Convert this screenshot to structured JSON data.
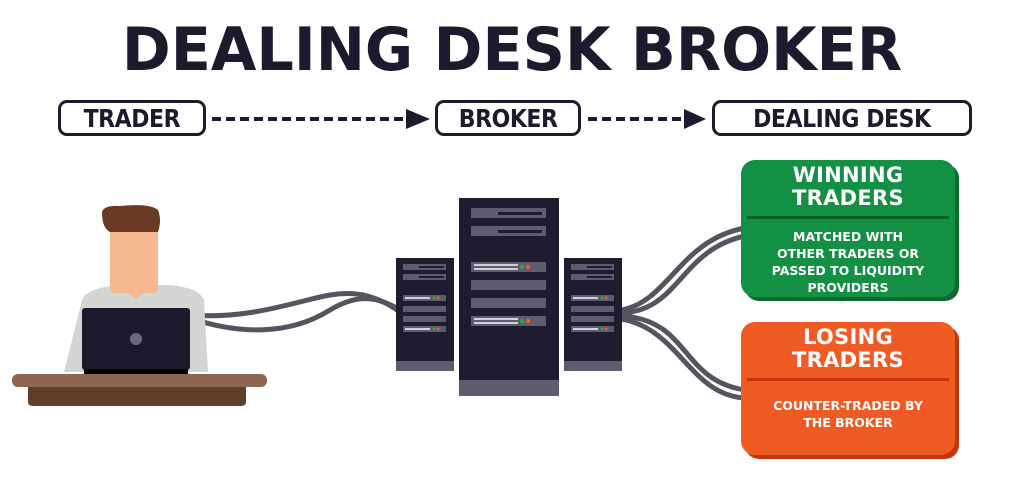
{
  "title": "DEALING DESK BROKER",
  "flow": {
    "steps": [
      {
        "label": "TRADER"
      },
      {
        "label": "BROKER"
      },
      {
        "label": "DEALING DESK"
      }
    ],
    "connector": "dashed-arrow"
  },
  "illustration": {
    "trader": "person-at-laptop",
    "broker": "server-rack-cluster",
    "cables": "twisted-cables"
  },
  "outcomes": [
    {
      "heading_line1": "WINNING",
      "heading_line2": "TRADERS",
      "description": [
        "MATCHED WITH",
        "OTHER TRADERS OR",
        "PASSED TO LIQUIDITY",
        "PROVIDERS"
      ],
      "color": "#139043"
    },
    {
      "heading_line1": "LOSING",
      "heading_line2": "TRADERS",
      "description": [
        "COUNTER-TRADED BY",
        "THE BROKER"
      ],
      "color": "#f05a24"
    }
  ],
  "colors": {
    "ink": "#1c1b2e",
    "server": "#1e1d30",
    "server_panel": "#5e5d70",
    "cable": "#55545f",
    "skin": "#f6b98f",
    "hair": "#6b3a22",
    "shirt": "#d4d4d2",
    "desk_top": "#8c6650",
    "desk_base": "#5f3f2c"
  }
}
